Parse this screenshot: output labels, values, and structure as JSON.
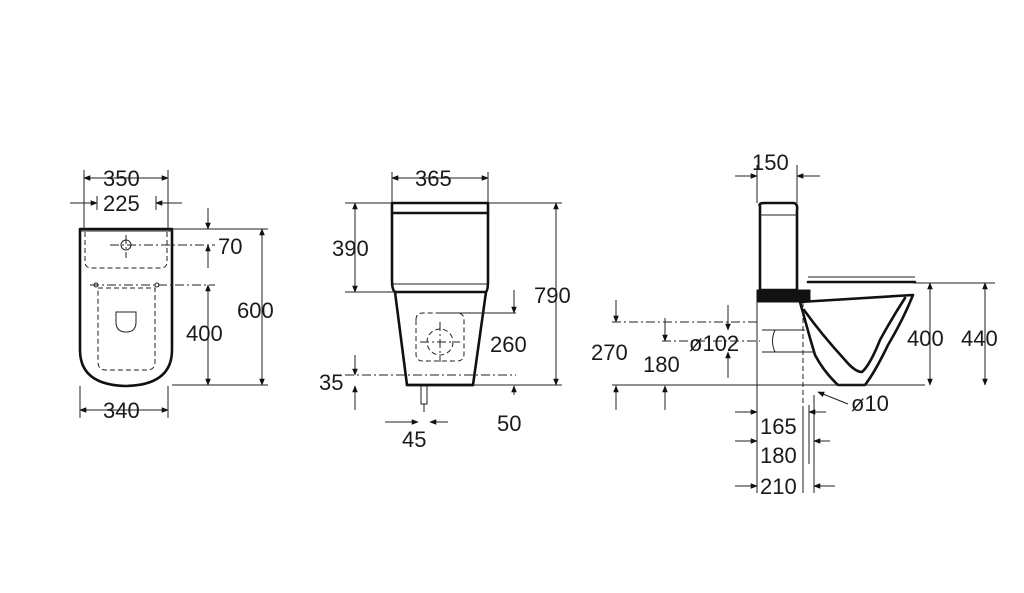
{
  "views": {
    "front": {
      "dims": {
        "w350": "350",
        "w225": "225",
        "h70": "70",
        "h400": "400",
        "h600": "600",
        "w340": "340"
      }
    },
    "rear": {
      "dims": {
        "w365": "365",
        "h390": "390",
        "h790": "790",
        "h260": "260",
        "h35": "35",
        "w45": "45",
        "h50": "50"
      }
    },
    "side": {
      "dims": {
        "w150": "150",
        "h270": "270",
        "d102": "ø102",
        "h180": "180",
        "h400": "400",
        "h440": "440",
        "d10": "ø10",
        "w165": "165",
        "w180": "180",
        "w210": "210"
      }
    }
  }
}
